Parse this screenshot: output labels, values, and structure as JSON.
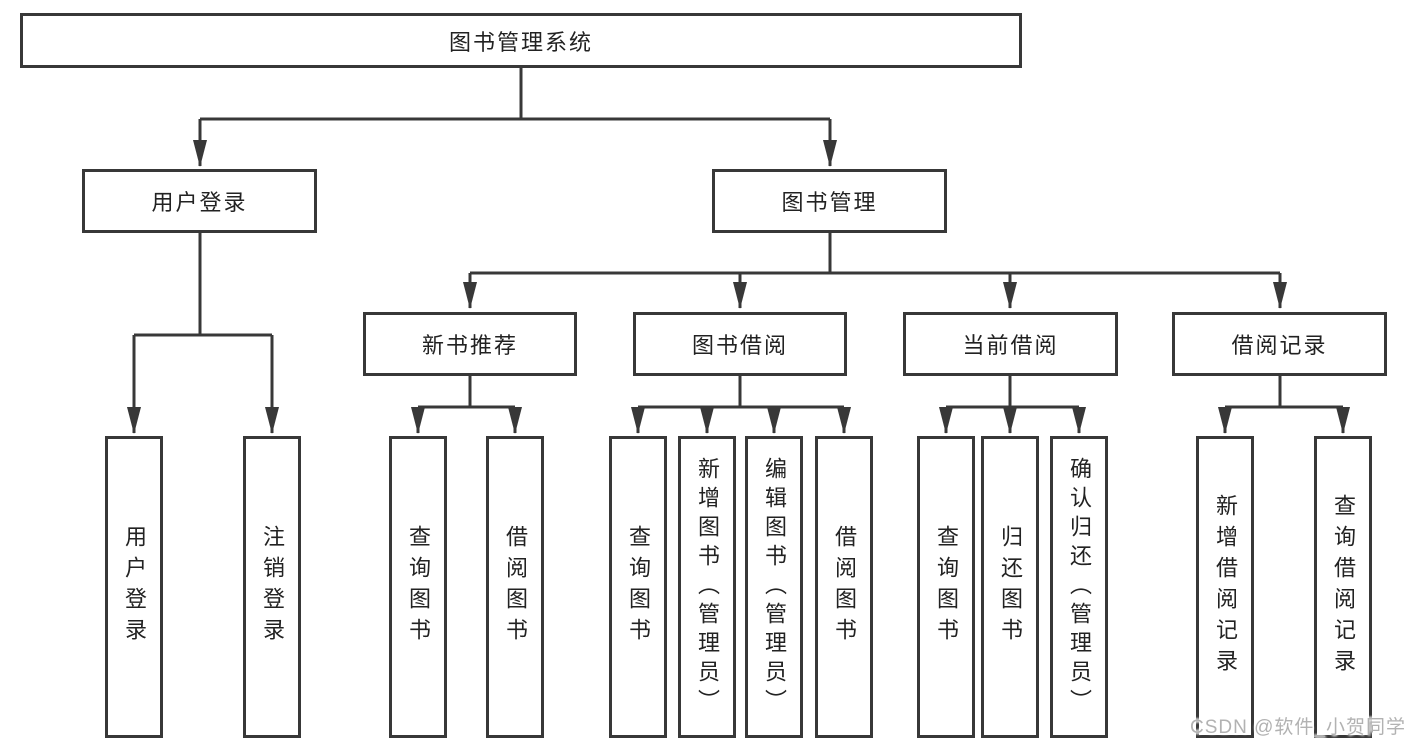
{
  "diagram": {
    "title": "图书管理系统",
    "root": {
      "label": "图书管理系统"
    },
    "branches": [
      {
        "label": "用户登录",
        "children": [
          {
            "label": "用户登录"
          },
          {
            "label": "注销登录"
          }
        ]
      },
      {
        "label": "图书管理",
        "children": [
          {
            "label": "新书推荐",
            "children": [
              {
                "label": "查询图书"
              },
              {
                "label": "借阅图书"
              }
            ]
          },
          {
            "label": "图书借阅",
            "children": [
              {
                "label": "查询图书"
              },
              {
                "label": "新增图书（管理员）"
              },
              {
                "label": "编辑图书（管理员）"
              },
              {
                "label": "借阅图书"
              }
            ]
          },
          {
            "label": "当前借阅",
            "children": [
              {
                "label": "查询图书"
              },
              {
                "label": "归还图书"
              },
              {
                "label": "确认归还（管理员）"
              }
            ]
          },
          {
            "label": "借阅记录",
            "children": [
              {
                "label": "新增借阅记录"
              },
              {
                "label": "查询借阅记录"
              }
            ]
          }
        ]
      }
    ],
    "colors": {
      "line": "#383838",
      "box_background": "#ffffff",
      "text": "#222222",
      "watermark": "#b2b2b2",
      "page_background": "#ffffff"
    }
  },
  "watermark": {
    "text": "CSDN @软件_小贺同学"
  }
}
